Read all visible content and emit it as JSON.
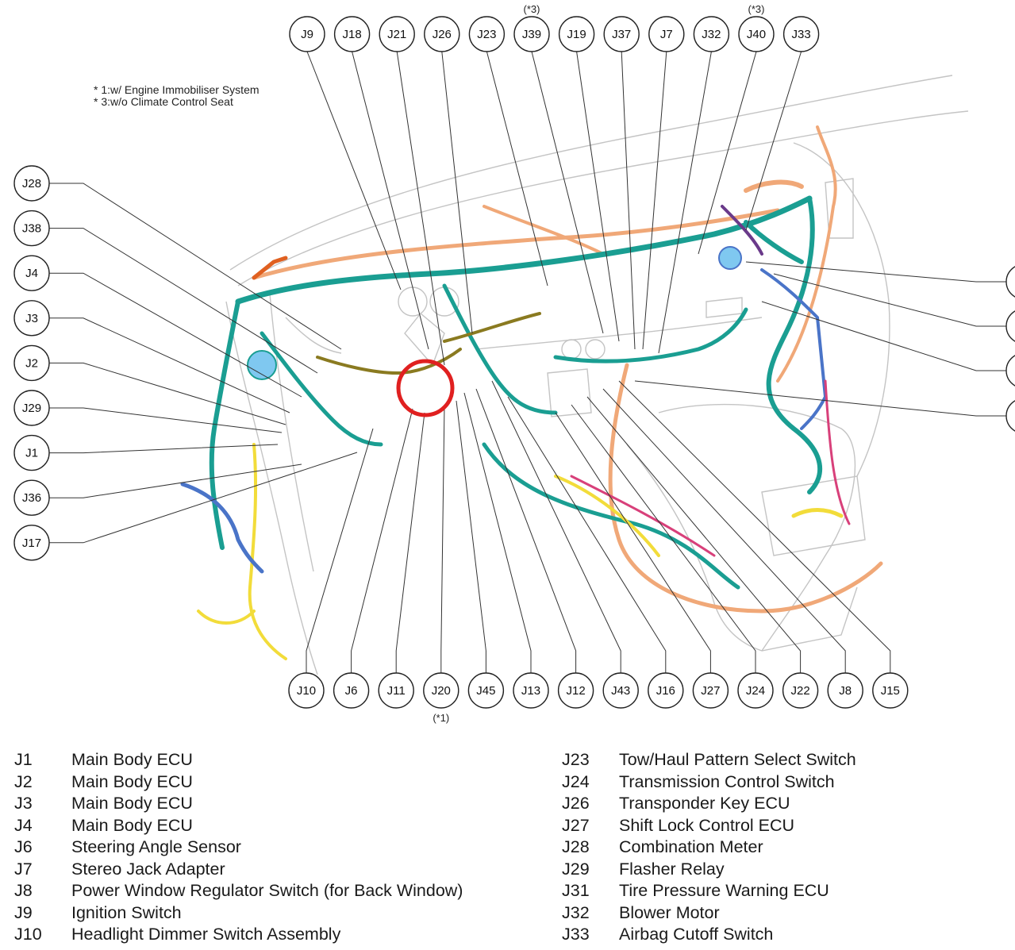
{
  "notes": [
    "* 1:w/ Engine Immobiliser System",
    "* 3:w/o Climate Control Seat"
  ],
  "top_callouts": [
    {
      "label": "J9"
    },
    {
      "label": "J18"
    },
    {
      "label": "J21"
    },
    {
      "label": "J26"
    },
    {
      "label": "J23"
    },
    {
      "label": "J39",
      "note": "(*3)"
    },
    {
      "label": "J19"
    },
    {
      "label": "J37"
    },
    {
      "label": "J7"
    },
    {
      "label": "J32"
    },
    {
      "label": "J40",
      "note": "(*3)"
    },
    {
      "label": "J33"
    }
  ],
  "left_callouts": [
    {
      "label": "J28"
    },
    {
      "label": "J38"
    },
    {
      "label": "J4"
    },
    {
      "label": "J3"
    },
    {
      "label": "J2"
    },
    {
      "label": "J29"
    },
    {
      "label": "J1"
    },
    {
      "label": "J36"
    },
    {
      "label": "J17"
    }
  ],
  "bottom_callouts": [
    {
      "label": "J10"
    },
    {
      "label": "J6"
    },
    {
      "label": "J11"
    },
    {
      "label": "J20",
      "note": "(*1)"
    },
    {
      "label": "J45"
    },
    {
      "label": "J13"
    },
    {
      "label": "J12"
    },
    {
      "label": "J43"
    },
    {
      "label": "J16"
    },
    {
      "label": "J27"
    },
    {
      "label": "J24"
    },
    {
      "label": "J22"
    },
    {
      "label": "J8"
    },
    {
      "label": "J15"
    }
  ],
  "right_callouts_count": 4,
  "legend_left": [
    {
      "code": "J1",
      "desc": "Main Body ECU"
    },
    {
      "code": "J2",
      "desc": "Main Body ECU"
    },
    {
      "code": "J3",
      "desc": "Main Body ECU"
    },
    {
      "code": "J4",
      "desc": "Main Body ECU"
    },
    {
      "code": "J6",
      "desc": "Steering Angle Sensor"
    },
    {
      "code": "J7",
      "desc": "Stereo Jack Adapter"
    },
    {
      "code": "J8",
      "desc": "Power Window Regulator Switch (for Back Window)"
    },
    {
      "code": "J9",
      "desc": "Ignition Switch"
    },
    {
      "code": "J10",
      "desc": "Headlight Dimmer Switch Assembly"
    }
  ],
  "legend_right": [
    {
      "code": "J23",
      "desc": "Tow/Haul Pattern Select Switch"
    },
    {
      "code": "J24",
      "desc": "Transmission Control Switch"
    },
    {
      "code": "J26",
      "desc": "Transponder Key ECU"
    },
    {
      "code": "J27",
      "desc": "Shift Lock Control ECU"
    },
    {
      "code": "J28",
      "desc": "Combination Meter"
    },
    {
      "code": "J29",
      "desc": "Flasher Relay"
    },
    {
      "code": "J31",
      "desc": "Tire Pressure Warning ECU"
    },
    {
      "code": "J32",
      "desc": "Blower Motor"
    },
    {
      "code": "J33",
      "desc": "Airbag Cutoff Switch"
    }
  ],
  "colors": {
    "harness_teal": "#1a9e92",
    "harness_orange": "#f0a878",
    "harness_yellow": "#f2dc3a",
    "harness_blue": "#4a74c8",
    "harness_olive": "#8a7a20",
    "harness_purple": "#6a3a8a",
    "harness_pink": "#d8407a",
    "highlight_circle": "#e02020",
    "outline": "#b8b8b8"
  }
}
